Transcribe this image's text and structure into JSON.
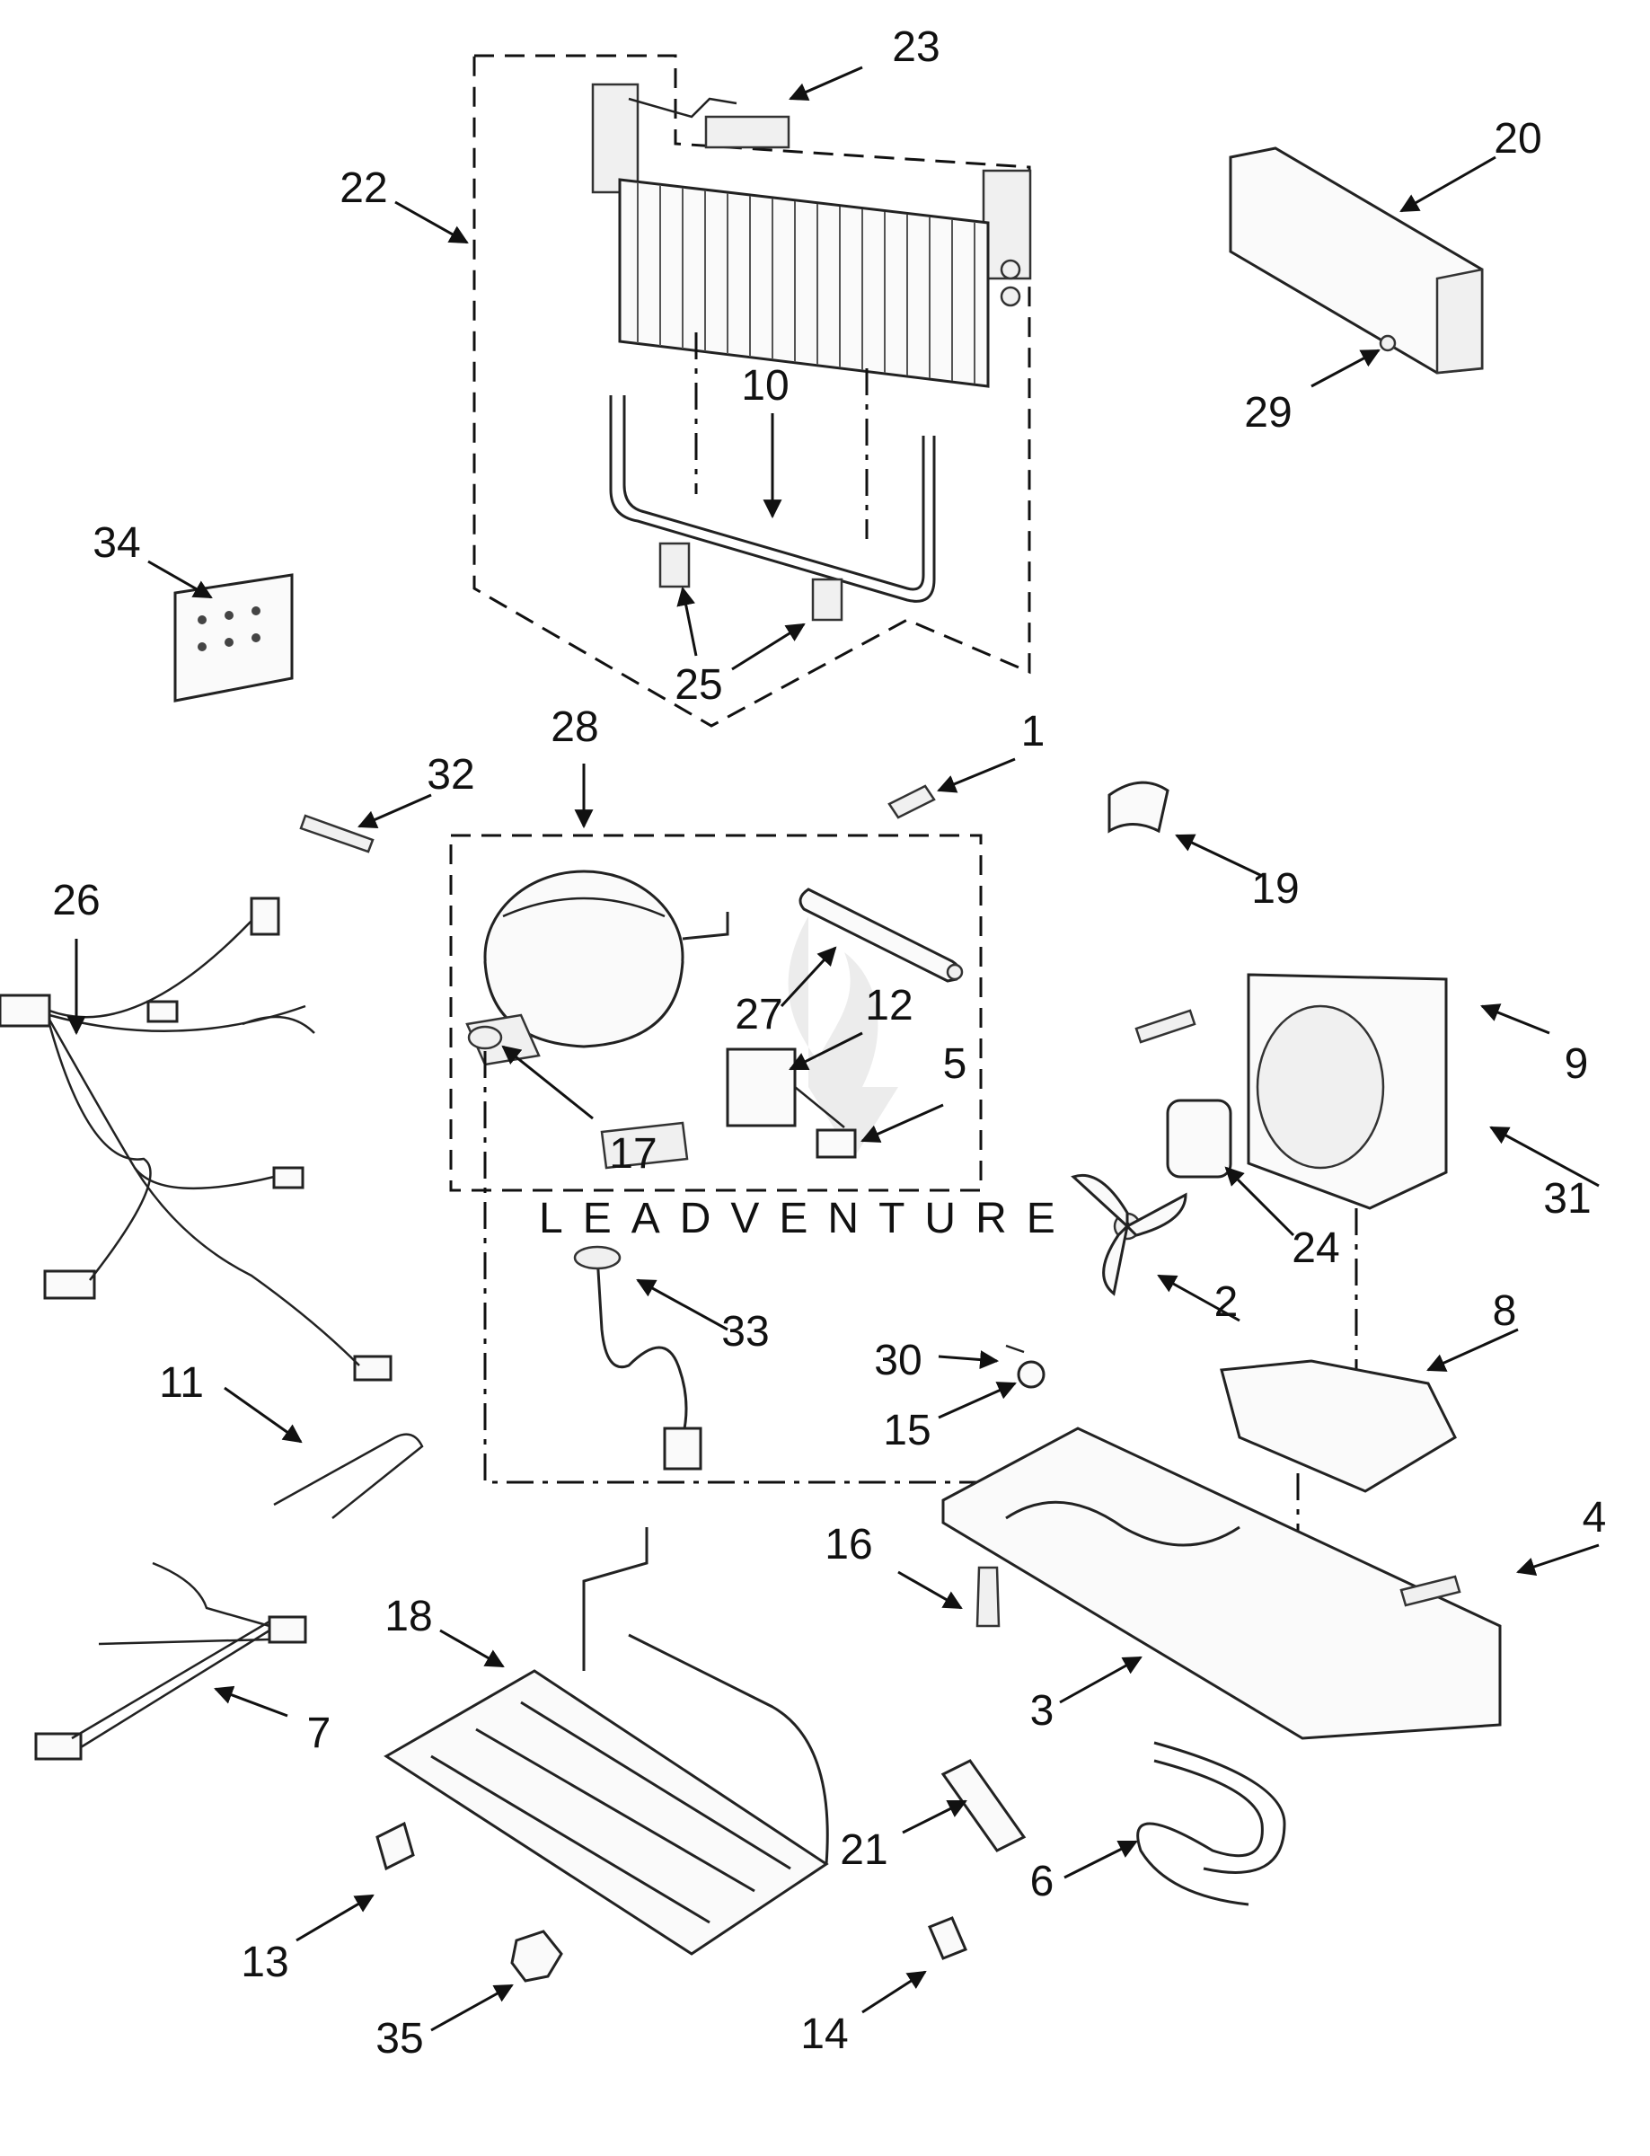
{
  "diagram": {
    "watermark": "LEADVENTURE",
    "callouts": [
      {
        "id": "c1",
        "label": "1"
      },
      {
        "id": "c2",
        "label": "2"
      },
      {
        "id": "c3",
        "label": "3"
      },
      {
        "id": "c4",
        "label": "4"
      },
      {
        "id": "c5",
        "label": "5"
      },
      {
        "id": "c6",
        "label": "6"
      },
      {
        "id": "c7",
        "label": "7"
      },
      {
        "id": "c8",
        "label": "8"
      },
      {
        "id": "c9",
        "label": "9"
      },
      {
        "id": "c10",
        "label": "10"
      },
      {
        "id": "c11",
        "label": "11"
      },
      {
        "id": "c12",
        "label": "12"
      },
      {
        "id": "c13",
        "label": "13"
      },
      {
        "id": "c14",
        "label": "14"
      },
      {
        "id": "c15",
        "label": "15"
      },
      {
        "id": "c16",
        "label": "16"
      },
      {
        "id": "c17",
        "label": "17"
      },
      {
        "id": "c18",
        "label": "18"
      },
      {
        "id": "c19",
        "label": "19"
      },
      {
        "id": "c20",
        "label": "20"
      },
      {
        "id": "c21",
        "label": "21"
      },
      {
        "id": "c22",
        "label": "22"
      },
      {
        "id": "c23",
        "label": "23"
      },
      {
        "id": "c24",
        "label": "24"
      },
      {
        "id": "c25",
        "label": "25"
      },
      {
        "id": "c26",
        "label": "26"
      },
      {
        "id": "c27",
        "label": "27"
      },
      {
        "id": "c28",
        "label": "28"
      },
      {
        "id": "c29",
        "label": "29"
      },
      {
        "id": "c30",
        "label": "30"
      },
      {
        "id": "c31",
        "label": "31"
      },
      {
        "id": "c32",
        "label": "32"
      },
      {
        "id": "c33",
        "label": "33"
      },
      {
        "id": "c34",
        "label": "34"
      },
      {
        "id": "c35",
        "label": "35"
      }
    ]
  }
}
